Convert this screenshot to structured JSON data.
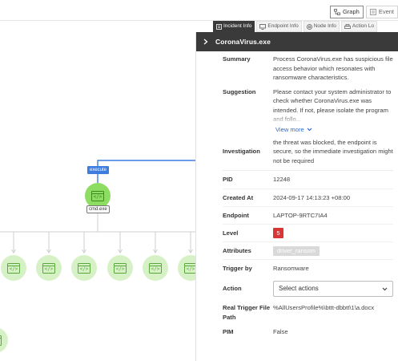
{
  "toolbar": {
    "graph_label": "Graph",
    "event_label": "Event"
  },
  "tabs": [
    {
      "label": "Incident Info",
      "icon": "incident-icon",
      "active": true
    },
    {
      "label": "Endpoint Info",
      "icon": "monitor-icon",
      "active": false
    },
    {
      "label": "Node Info",
      "icon": "node-icon",
      "active": false
    },
    {
      "label": "Action Lo",
      "icon": "printer-icon",
      "active": false
    }
  ],
  "graph": {
    "execute_tag": "execute",
    "main_node_label": "cmd.exe",
    "colors": {
      "edge_blue": "#3d7de0",
      "node_green": "#8ddd63",
      "node_faded": "#d7f1c6"
    }
  },
  "panel": {
    "title": "CoronaVirus.exe",
    "summary_label": "Summary",
    "summary_text": "Process CoronaVirus.exe has suspicious file access behavior which resonates with ransomware characteristics.",
    "suggestion_label": "Suggestion",
    "suggestion_text": "Please contact your system administrator to check whether CoronaVirus.exe was intended. If not, please isolate the program and follo...",
    "view_more": "View more",
    "investigation_label": "Investigation",
    "investigation_text": "the threat was blocked, the endpoint is secure, so the immediate investigation might not be required",
    "pid_label": "PID",
    "pid_value": "12248",
    "created_label": "Created At",
    "created_value": "2024-09-17 14:13:23 +08:00",
    "endpoint_label": "Endpoint",
    "endpoint_value": "LAPTOP-9RTC7IA4",
    "level_label": "Level",
    "level_value": "5",
    "attributes_label": "Attributes",
    "attributes_value": "driver_ransom",
    "trigger_label": "Trigger by",
    "trigger_value": "Ransomware",
    "action_label": "Action",
    "action_placeholder": "Select actions",
    "path_label": "Real Trigger File Path",
    "path_value": "%AllUsersProfile%\\bttt-dbbtt\\1\\a.docx",
    "pim_label": "PIM",
    "pim_value": "False",
    "colors": {
      "header_bg": "#3a3a3a",
      "level_red": "#d93535",
      "link_blue": "#2a6bd1"
    }
  }
}
